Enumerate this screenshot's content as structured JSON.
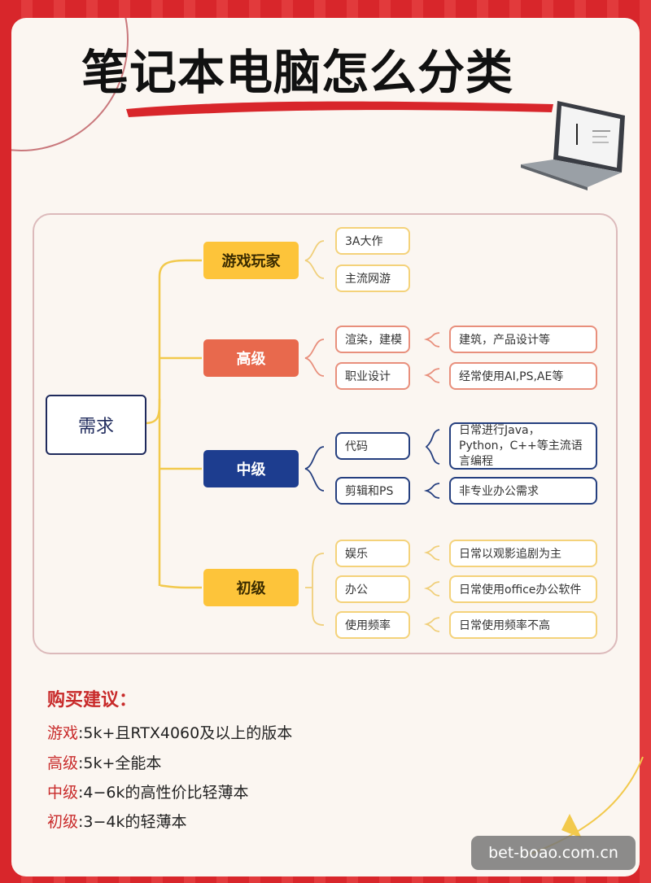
{
  "title": "笔记本电脑怎么分类",
  "root": {
    "label": "需求"
  },
  "categories": [
    {
      "label": "游戏玩家",
      "leaves": [
        {
          "label": "3A大作"
        },
        {
          "label": "主流网游"
        }
      ]
    },
    {
      "label": "高级",
      "leaves": [
        {
          "label": "渲染，建模",
          "detail": "建筑，产品设计等"
        },
        {
          "label": "职业设计",
          "detail": "经常使用AI,PS,AE等"
        }
      ]
    },
    {
      "label": "中级",
      "leaves": [
        {
          "label": "代码",
          "detail": "日常进行Java，Python，C++等主流语言编程"
        },
        {
          "label": "剪辑和PS",
          "detail": "非专业办公需求"
        }
      ]
    },
    {
      "label": "初级",
      "leaves": [
        {
          "label": "娱乐",
          "detail": "日常以观影追剧为主"
        },
        {
          "label": "办公",
          "detail": "日常使用office办公软件"
        },
        {
          "label": "使用频率",
          "detail": "日常使用频率不高"
        }
      ]
    }
  ],
  "advice": {
    "title": "购买建议：",
    "items": [
      {
        "key": "游戏",
        "text": ":5k+且RTX4060及以上的版本"
      },
      {
        "key": "高级",
        "text": ":5k+全能本"
      },
      {
        "key": "中级",
        "text": ":4−6k的高性价比轻薄本"
      },
      {
        "key": "初级",
        "text": ":3−4k的轻薄本"
      }
    ]
  },
  "watermark": "bet-boao.com.cn",
  "colors": {
    "accent_red": "#c82a2a",
    "yellow": "#fdc43a",
    "coral": "#e8694d",
    "navy": "#1d3d8f"
  }
}
